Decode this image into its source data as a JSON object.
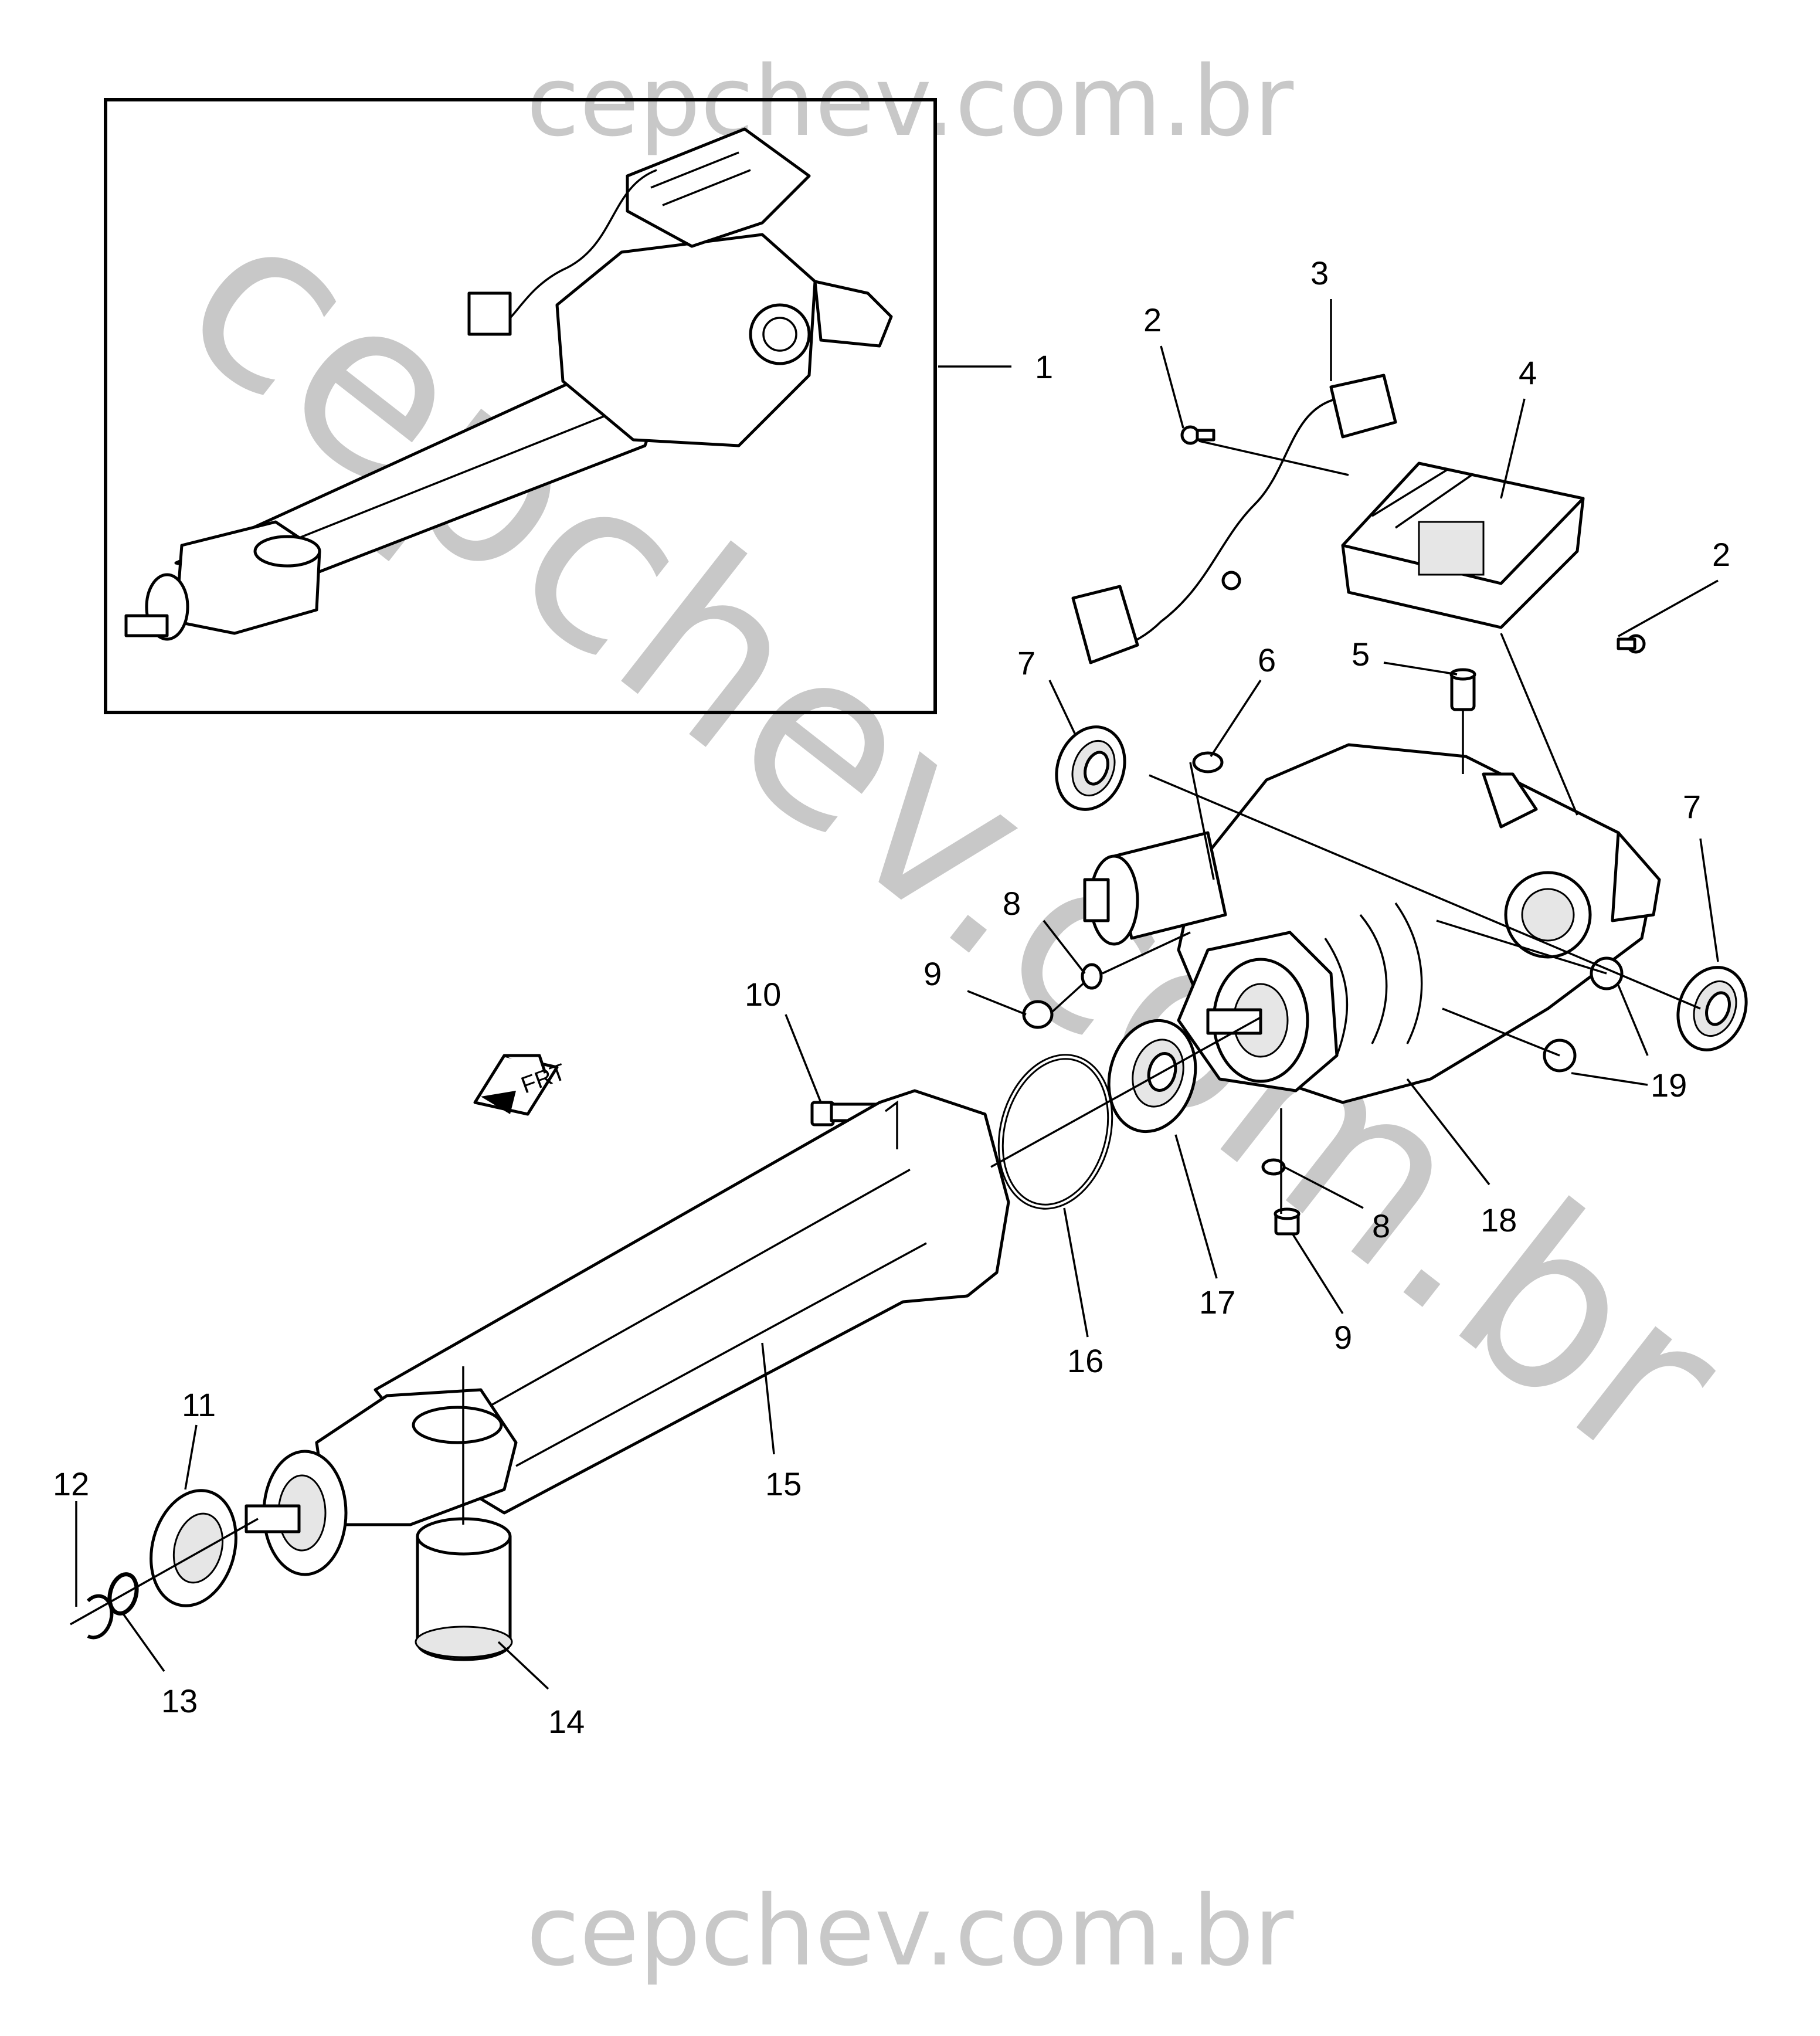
{
  "watermark": {
    "top": "cepchev.com.br",
    "diagonal": "cepchev.com.br",
    "bottom": "cepchev.com.br",
    "color": "#c8c8c8"
  },
  "orientation_label": "FRT",
  "callouts": [
    {
      "id": "c1",
      "label": "1"
    },
    {
      "id": "c2a",
      "label": "2"
    },
    {
      "id": "c2b",
      "label": "2"
    },
    {
      "id": "c3",
      "label": "3"
    },
    {
      "id": "c4",
      "label": "4"
    },
    {
      "id": "c5",
      "label": "5"
    },
    {
      "id": "c6",
      "label": "6"
    },
    {
      "id": "c7a",
      "label": "7"
    },
    {
      "id": "c7b",
      "label": "7"
    },
    {
      "id": "c8a",
      "label": "8"
    },
    {
      "id": "c8b",
      "label": "8"
    },
    {
      "id": "c9a",
      "label": "9"
    },
    {
      "id": "c9b",
      "label": "9"
    },
    {
      "id": "c10",
      "label": "10"
    },
    {
      "id": "c11",
      "label": "11"
    },
    {
      "id": "c12",
      "label": "12"
    },
    {
      "id": "c13",
      "label": "13"
    },
    {
      "id": "c14",
      "label": "14"
    },
    {
      "id": "c15",
      "label": "15"
    },
    {
      "id": "c16",
      "label": "16"
    },
    {
      "id": "c17",
      "label": "17"
    },
    {
      "id": "c18",
      "label": "18"
    },
    {
      "id": "c19",
      "label": "19"
    }
  ]
}
